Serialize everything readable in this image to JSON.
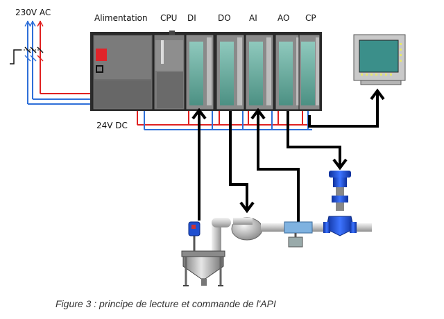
{
  "power": {
    "ac_label": "230V AC",
    "dc_label": "24V DC"
  },
  "plc": {
    "modules": [
      {
        "key": "psu",
        "label": "Alimentation"
      },
      {
        "key": "cpu",
        "label": "CPU"
      },
      {
        "key": "di",
        "label": "DI"
      },
      {
        "key": "do",
        "label": "DO"
      },
      {
        "key": "ai",
        "label": "AI"
      },
      {
        "key": "ao",
        "label": "AO"
      },
      {
        "key": "cp",
        "label": "CP"
      }
    ]
  },
  "colors": {
    "wire_red": "#e02020",
    "wire_blue": "#2e6fd8",
    "module_green": "#5fa79b",
    "rack": "#2b2b2b",
    "pipe": "#c8c8c8",
    "valve": "#1f4fd0"
  },
  "caption": "Figure 3 : principe de lecture et commande de l'API"
}
